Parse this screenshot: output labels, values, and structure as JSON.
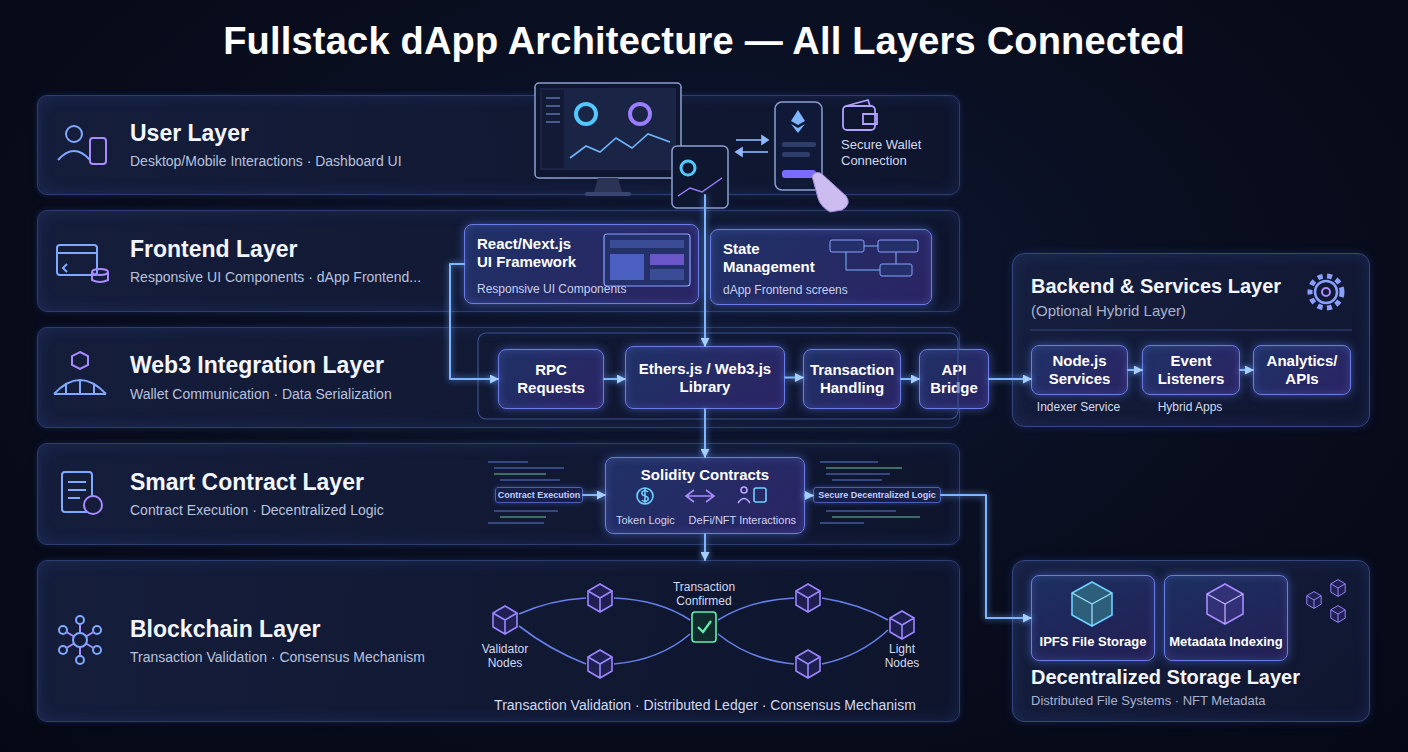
{
  "diagram": {
    "title": "Fullstack dApp Architecture — All Layers Connected",
    "nodes": [
      {
        "text": [
          "User Layer",
          "Desktop/Mobile Interactions · Dashboard UI"
        ]
      },
      {
        "text": [
          "Frontend Layer",
          "Responsive UI Components · dApp Frontend..."
        ]
      },
      {
        "text": [
          "React/Next.js UI Framework",
          "Responsive UI Components"
        ],
        "in": 1
      },
      {
        "text": [
          "State Management",
          "dApp Frontend screens"
        ],
        "in": 1
      },
      {
        "text": [
          "Web3 Integration Layer",
          "Wallet Communication · Data Serialization"
        ]
      },
      {
        "text": [
          "RPC Requests"
        ],
        "in": 4
      },
      {
        "text": [
          "Ethers.js / Web3.js Library"
        ],
        "in": 4
      },
      {
        "text": [
          "Transaction Handling"
        ],
        "in": 4
      },
      {
        "text": [
          "API Bridge"
        ],
        "in": 4
      },
      {
        "text": [
          "Backend & Services Layer",
          "(Optional Hybrid Layer)"
        ]
      },
      {
        "text": [
          "Node.js Services"
        ],
        "in": 9
      },
      {
        "text": [
          "Event Listeners"
        ],
        "in": 9
      },
      {
        "text": [
          "Analytics/ APIs"
        ],
        "in": 9
      },
      {
        "text": [
          "Smart Contract Layer",
          "Contract Execution · Decentralized Logic"
        ]
      },
      {
        "text": [
          "Contract Execution"
        ],
        "in": 13
      },
      {
        "text": [
          "Solidity Contracts",
          "Token Logic",
          "DeFi/NFT Interactions"
        ],
        "in": 13
      },
      {
        "text": [
          "Secure Decentralized Logic"
        ],
        "in": 13
      },
      {
        "text": [
          "Blockchain Layer",
          "Transaction Validation · Consensus Mechanism"
        ]
      },
      {
        "text": [
          "Decentralized Storage Layer",
          "Distributed File Systems · NFT Metadata"
        ]
      },
      {
        "text": [
          "IPFS File Storage"
        ],
        "in": 18
      },
      {
        "text": [
          "Metadata Indexing"
        ],
        "in": 18
      }
    ],
    "edges": [
      {
        "from": 0,
        "to": 6,
        "arrow": "to"
      },
      {
        "from": 2,
        "to": 5,
        "arrow": "to"
      },
      {
        "from": 5,
        "to": 6,
        "arrow": "to"
      },
      {
        "from": 6,
        "to": 7,
        "arrow": "to"
      },
      {
        "from": 7,
        "to": 8,
        "arrow": "to"
      },
      {
        "from": 8,
        "to": 10,
        "arrow": "to"
      },
      {
        "from": 10,
        "to": 11,
        "arrow": "to"
      },
      {
        "from": 11,
        "to": 12,
        "arrow": "to"
      },
      {
        "from": 6,
        "to": 15,
        "arrow": "to"
      },
      {
        "from": 14,
        "to": 15,
        "arrow": "to"
      },
      {
        "from": 15,
        "to": 16,
        "arrow": "to"
      },
      {
        "from": 15,
        "to": 17,
        "arrow": "to"
      },
      {
        "from": 16,
        "to": 19,
        "arrow": "to"
      }
    ],
    "labels": [
      "Secure Wallet Connection",
      "Indexer Service",
      "Hybrid Apps",
      "Transaction Confirmed",
      "Validator Nodes",
      "Light Nodes",
      "Transaction Validation · Distributed Ledger · Consensus Mechanism"
    ]
  }
}
